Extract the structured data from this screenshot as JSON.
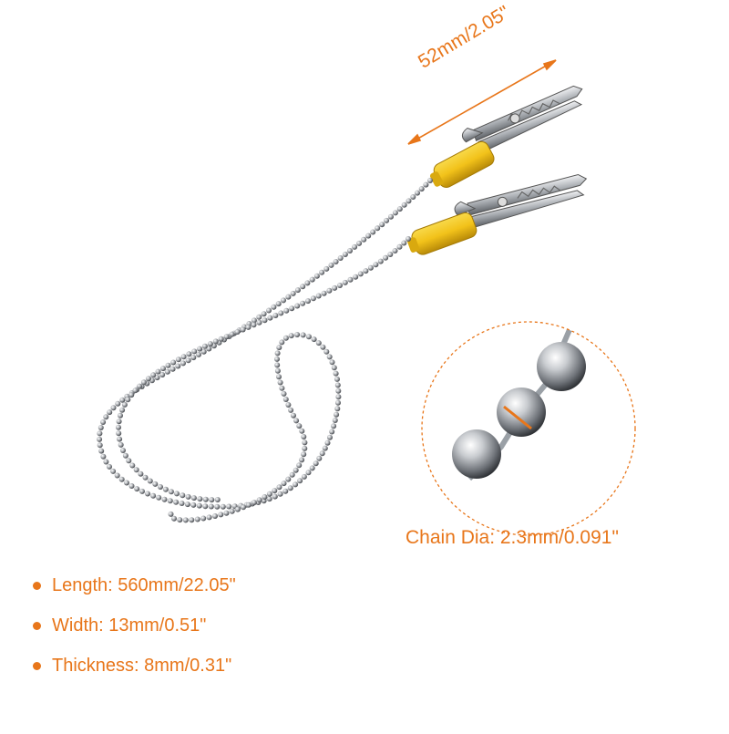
{
  "dimension_label": "52mm/2.05\"",
  "zoom_caption": "Chain Dia: 2.3mm/0.091\"",
  "specs": [
    "Length: 560mm/22.05\"",
    "Width: 13mm/0.51\"",
    "Thickness: 8mm/0.31\""
  ],
  "colors": {
    "accent": "#e8761a",
    "sleeve": "#f2c21a",
    "metal": "#b9bcc0"
  }
}
